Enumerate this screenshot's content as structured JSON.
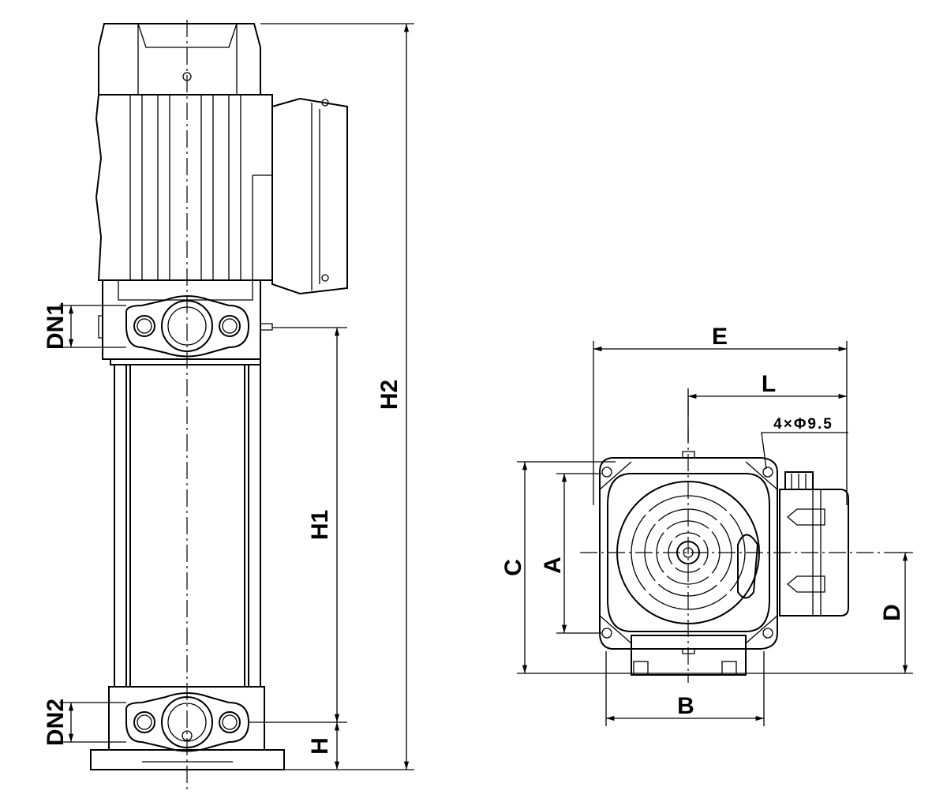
{
  "side_view": {
    "labels": {
      "dn1": "DN1",
      "dn2": "DN2",
      "h": "H",
      "h1": "H1",
      "h2": "H2"
    }
  },
  "top_view": {
    "labels": {
      "e": "E",
      "l": "L",
      "holes": "4×Φ9.5",
      "c": "C",
      "a": "A",
      "b": "B",
      "d": "D"
    }
  },
  "colors": {
    "line": "#000000",
    "background": "#ffffff"
  }
}
